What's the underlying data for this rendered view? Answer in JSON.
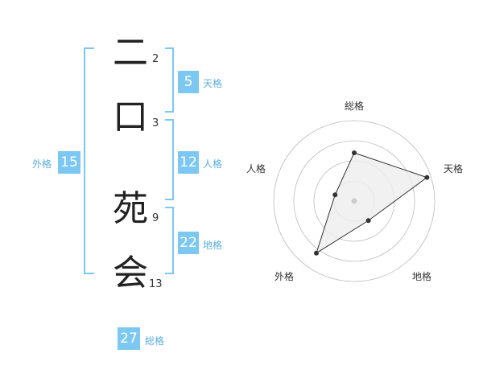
{
  "name": {
    "characters": [
      {
        "char": "二",
        "strokes": "2"
      },
      {
        "char": "口",
        "strokes": "3"
      },
      {
        "char": "苑",
        "strokes": "9"
      },
      {
        "char": "会",
        "strokes": "13"
      }
    ]
  },
  "fortune": {
    "tenkaku": {
      "value": "5",
      "label": "天格"
    },
    "jinkaku": {
      "value": "12",
      "label": "人格"
    },
    "chikaku": {
      "value": "22",
      "label": "地格"
    },
    "gaikaku": {
      "value": "15",
      "label": "外格"
    },
    "soukaku": {
      "value": "27",
      "label": "総格"
    }
  },
  "radar": {
    "axes": [
      "総格",
      "天格",
      "地格",
      "外格",
      "人格"
    ],
    "levels": 4,
    "scores": [
      0.6,
      0.95,
      0.3,
      0.8,
      0.25
    ],
    "colors": {
      "bracket": "#7cc8f2",
      "fill": "#eeeeee",
      "ring": "#bbbbbb",
      "line": "#333333"
    }
  }
}
